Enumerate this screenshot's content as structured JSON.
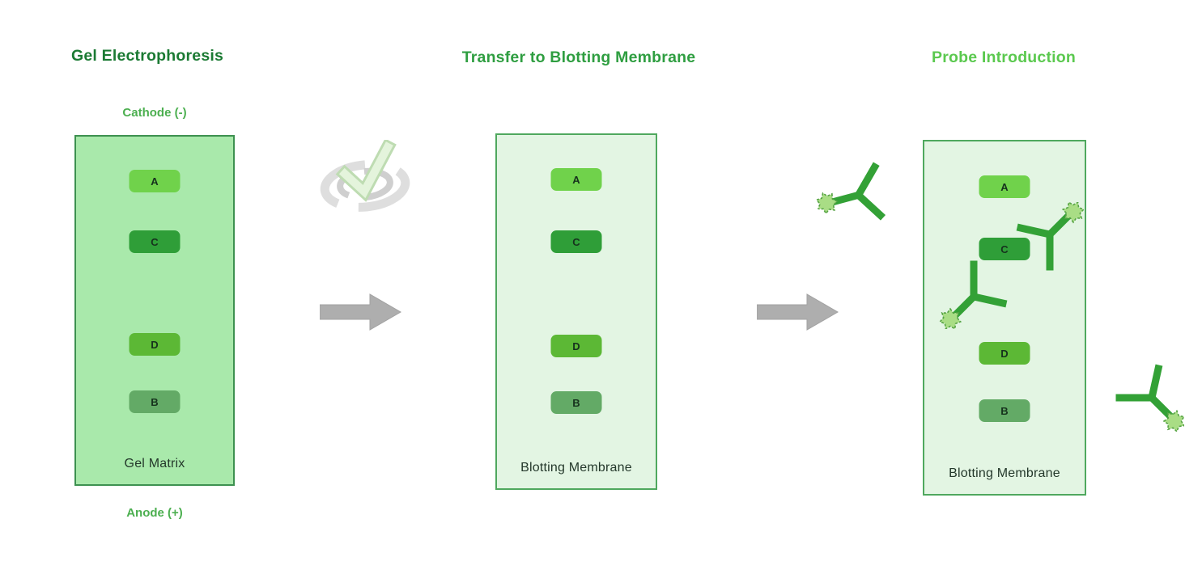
{
  "panels": [
    {
      "title": "Gel Electrophoresis",
      "title_color": "#1b7a33",
      "electrode_top": "Cathode (-)",
      "electrode_bottom": "Anode (+)",
      "container_label": "Gel Matrix",
      "container_fill": "#a9e9ab",
      "container_border": "#3d9150",
      "bands": [
        {
          "label": "A",
          "color": "#70d24b"
        },
        {
          "label": "C",
          "color": "#2f9e38"
        },
        {
          "label": "D",
          "color": "#5cb835"
        },
        {
          "label": "B",
          "color": "#63aa66"
        }
      ]
    },
    {
      "title": "Transfer to Blotting Membrane",
      "title_color": "#2f9e41",
      "container_label": "Blotting Membrane",
      "container_fill": "#e3f5e3",
      "container_border": "#4fa85e",
      "bands": [
        {
          "label": "A",
          "color": "#70d24b"
        },
        {
          "label": "C",
          "color": "#2f9e38"
        },
        {
          "label": "D",
          "color": "#5cb835"
        },
        {
          "label": "B",
          "color": "#63aa66"
        }
      ]
    },
    {
      "title": "Probe Introduction",
      "title_color": "#5bc94f",
      "container_label": "Blotting Membrane",
      "container_fill": "#e3f5e3",
      "container_border": "#4fa85e",
      "bands": [
        {
          "label": "A",
          "color": "#70d24b"
        },
        {
          "label": "C",
          "color": "#2f9e38"
        },
        {
          "label": "D",
          "color": "#5cb835"
        },
        {
          "label": "B",
          "color": "#63aa66"
        }
      ]
    }
  ],
  "icons": {
    "checkmark": "transfer-complete-checkmark",
    "arrow": "process-step-arrow",
    "antibody": "labeled-antibody-probe"
  },
  "colors": {
    "electrode_label": "#4caf50",
    "arrow_fill": "#aeaeae",
    "arrow_stroke": "#a2a2a2",
    "antibody_green": "#33a136",
    "probe_star_fill": "#a9dd85",
    "probe_star_border": "#55a243",
    "check_light": "#e4f4dc",
    "check_shade": "#bedcb2",
    "swoosh_gray": "#dedede",
    "swoosh_gray_dark": "#cfcfcf"
  }
}
